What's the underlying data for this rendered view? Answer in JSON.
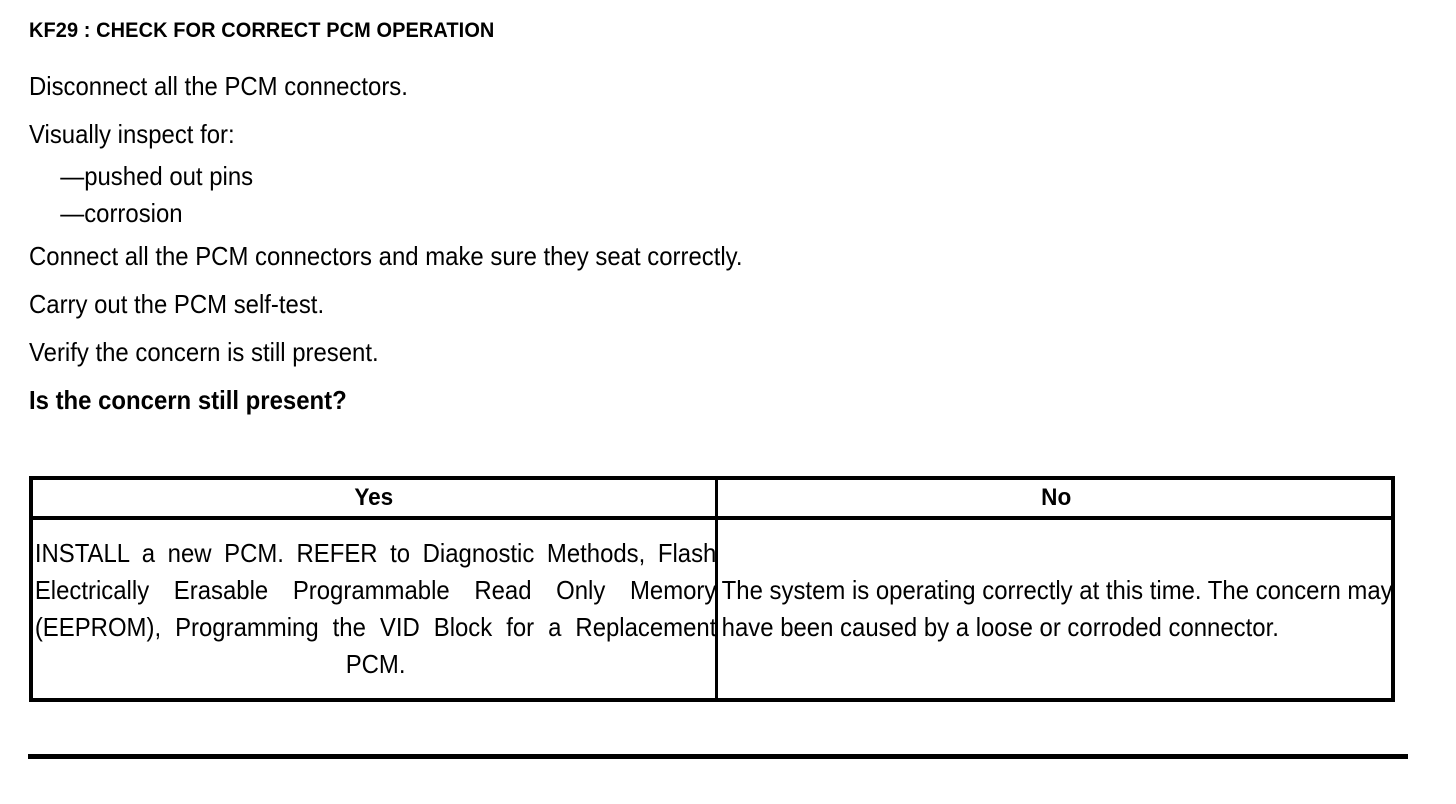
{
  "document": {
    "step_title": "KF29 : CHECK FOR CORRECT PCM OPERATION",
    "procedure": [
      {
        "type": "step",
        "text": "Disconnect all the PCM connectors."
      },
      {
        "type": "step",
        "text": "Visually inspect for:"
      },
      {
        "type": "sub",
        "text": "—pushed out pins"
      },
      {
        "type": "sub",
        "text": "—corrosion"
      },
      {
        "type": "step",
        "text": "Connect all the PCM connectors and make sure they seat correctly."
      },
      {
        "type": "step",
        "text": "Carry out the PCM self-test."
      },
      {
        "type": "step",
        "text": "Verify the concern is still present."
      },
      {
        "type": "question",
        "text": "Is the concern still present?"
      }
    ],
    "decision_table": {
      "headers": [
        "Yes",
        "No"
      ],
      "cells": [
        "INSTALL a new PCM. REFER to Diagnostic Methods, Flash Electrically Erasable Programmable Read Only Memory (EEPROM), Programming the VID Block for a Replacement PCM.",
        "The system is operating correctly at this time. The concern may have been caused by a loose or corroded connector."
      ]
    }
  },
  "colors": {
    "ink": "#000000",
    "paper": "#ffffff"
  }
}
